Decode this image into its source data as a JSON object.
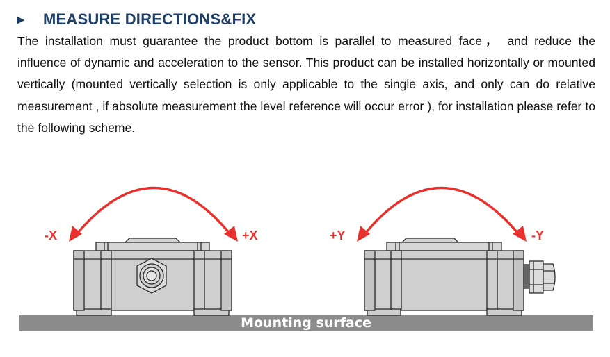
{
  "section": {
    "marker": "▶",
    "title": "MEASURE DIRECTIONS&FIX"
  },
  "body_text": "The installation must guarantee the product bottom is parallel to measured face， and reduce the influence of dynamic and acceleration to the sensor. This product can be installed horizontally or mounted vertically (mounted vertically selection is only applicable to the single axis, and only can do relative measurement , if absolute measurement the level reference will occur error ), for installation please refer to the following scheme.",
  "diagram": {
    "left_minus_label": "-X",
    "left_plus_label": "+X",
    "right_plus_label": "+Y",
    "right_minus_label": "-Y",
    "surface_label": "Mounting surface",
    "colors": {
      "arrow": "#e8302c",
      "surface": "#8c8c8c",
      "housing": "#cfcfcf",
      "outline": "#2b2b2b"
    }
  }
}
